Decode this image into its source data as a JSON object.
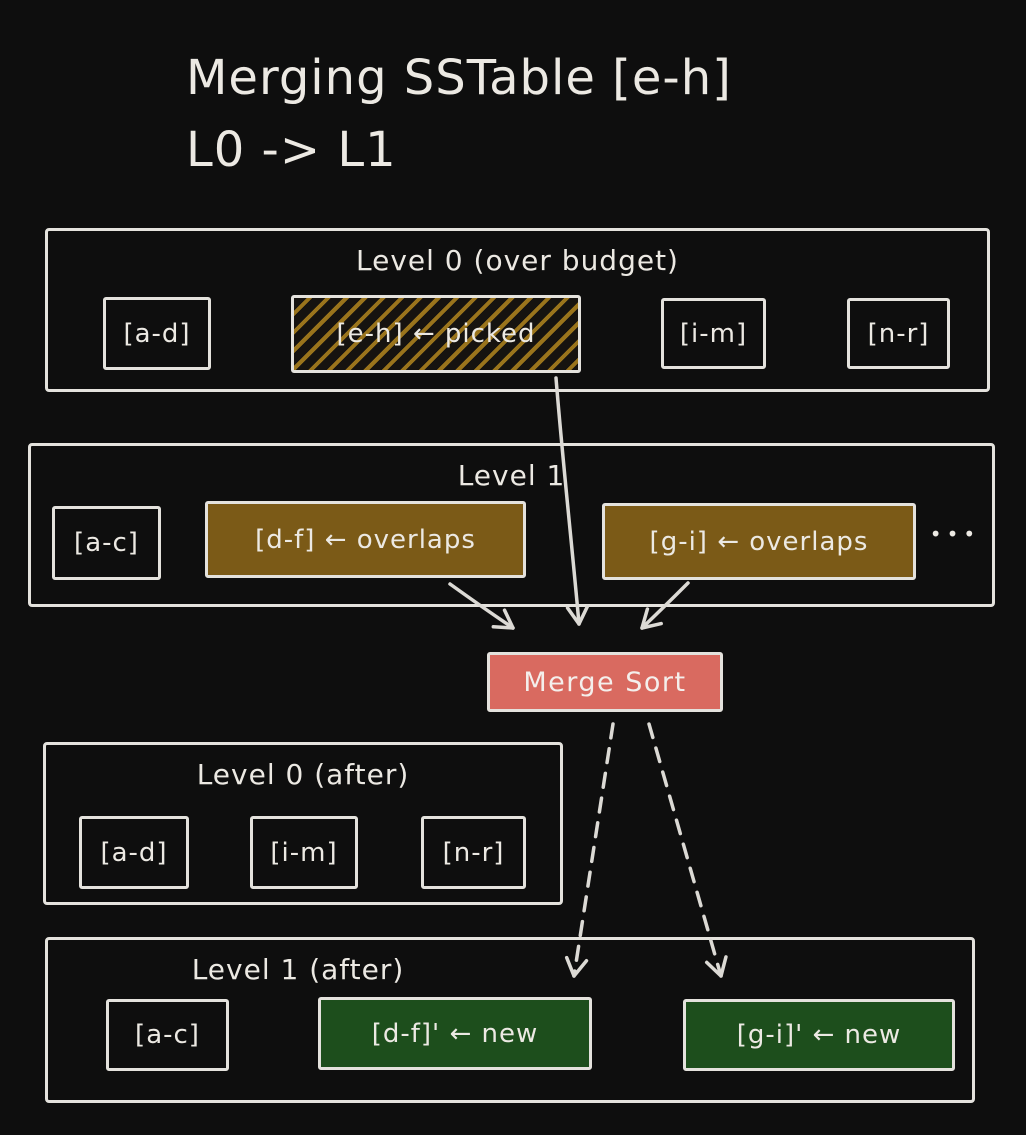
{
  "title": {
    "line1": "Merging SSTable [e-h]",
    "line2": "L0 -> L1"
  },
  "colors": {
    "background": "#0e0e0e",
    "stroke": "#e4e2dd",
    "text": "#ece9e3",
    "picked_hatch": "#9a741c",
    "overlap_fill": "#7b5a17",
    "new_fill": "#1d4e1c",
    "merge_fill": "#d96a60"
  },
  "levels": {
    "l0_before": {
      "title": "Level 0 (over budget)",
      "tables": [
        {
          "label": "[a-d]"
        },
        {
          "label": "[e-h] ← picked"
        },
        {
          "label": "[i-m]"
        },
        {
          "label": "[n-r]"
        }
      ]
    },
    "l1_before": {
      "title": "Level 1",
      "tables": [
        {
          "label": "[a-c]"
        },
        {
          "label": "[d-f] ← overlaps"
        },
        {
          "label": "[g-i] ← overlaps"
        }
      ],
      "ellipsis": "•••"
    },
    "l0_after": {
      "title": "Level 0 (after)",
      "tables": [
        {
          "label": "[a-d]"
        },
        {
          "label": "[i-m]"
        },
        {
          "label": "[n-r]"
        }
      ]
    },
    "l1_after": {
      "title": "Level 1 (after)",
      "tables": [
        {
          "label": "[a-c]"
        },
        {
          "label": "[d-f]' ← new"
        },
        {
          "label": "[g-i]' ← new"
        }
      ]
    }
  },
  "merge_sort": {
    "label": "Merge Sort"
  }
}
